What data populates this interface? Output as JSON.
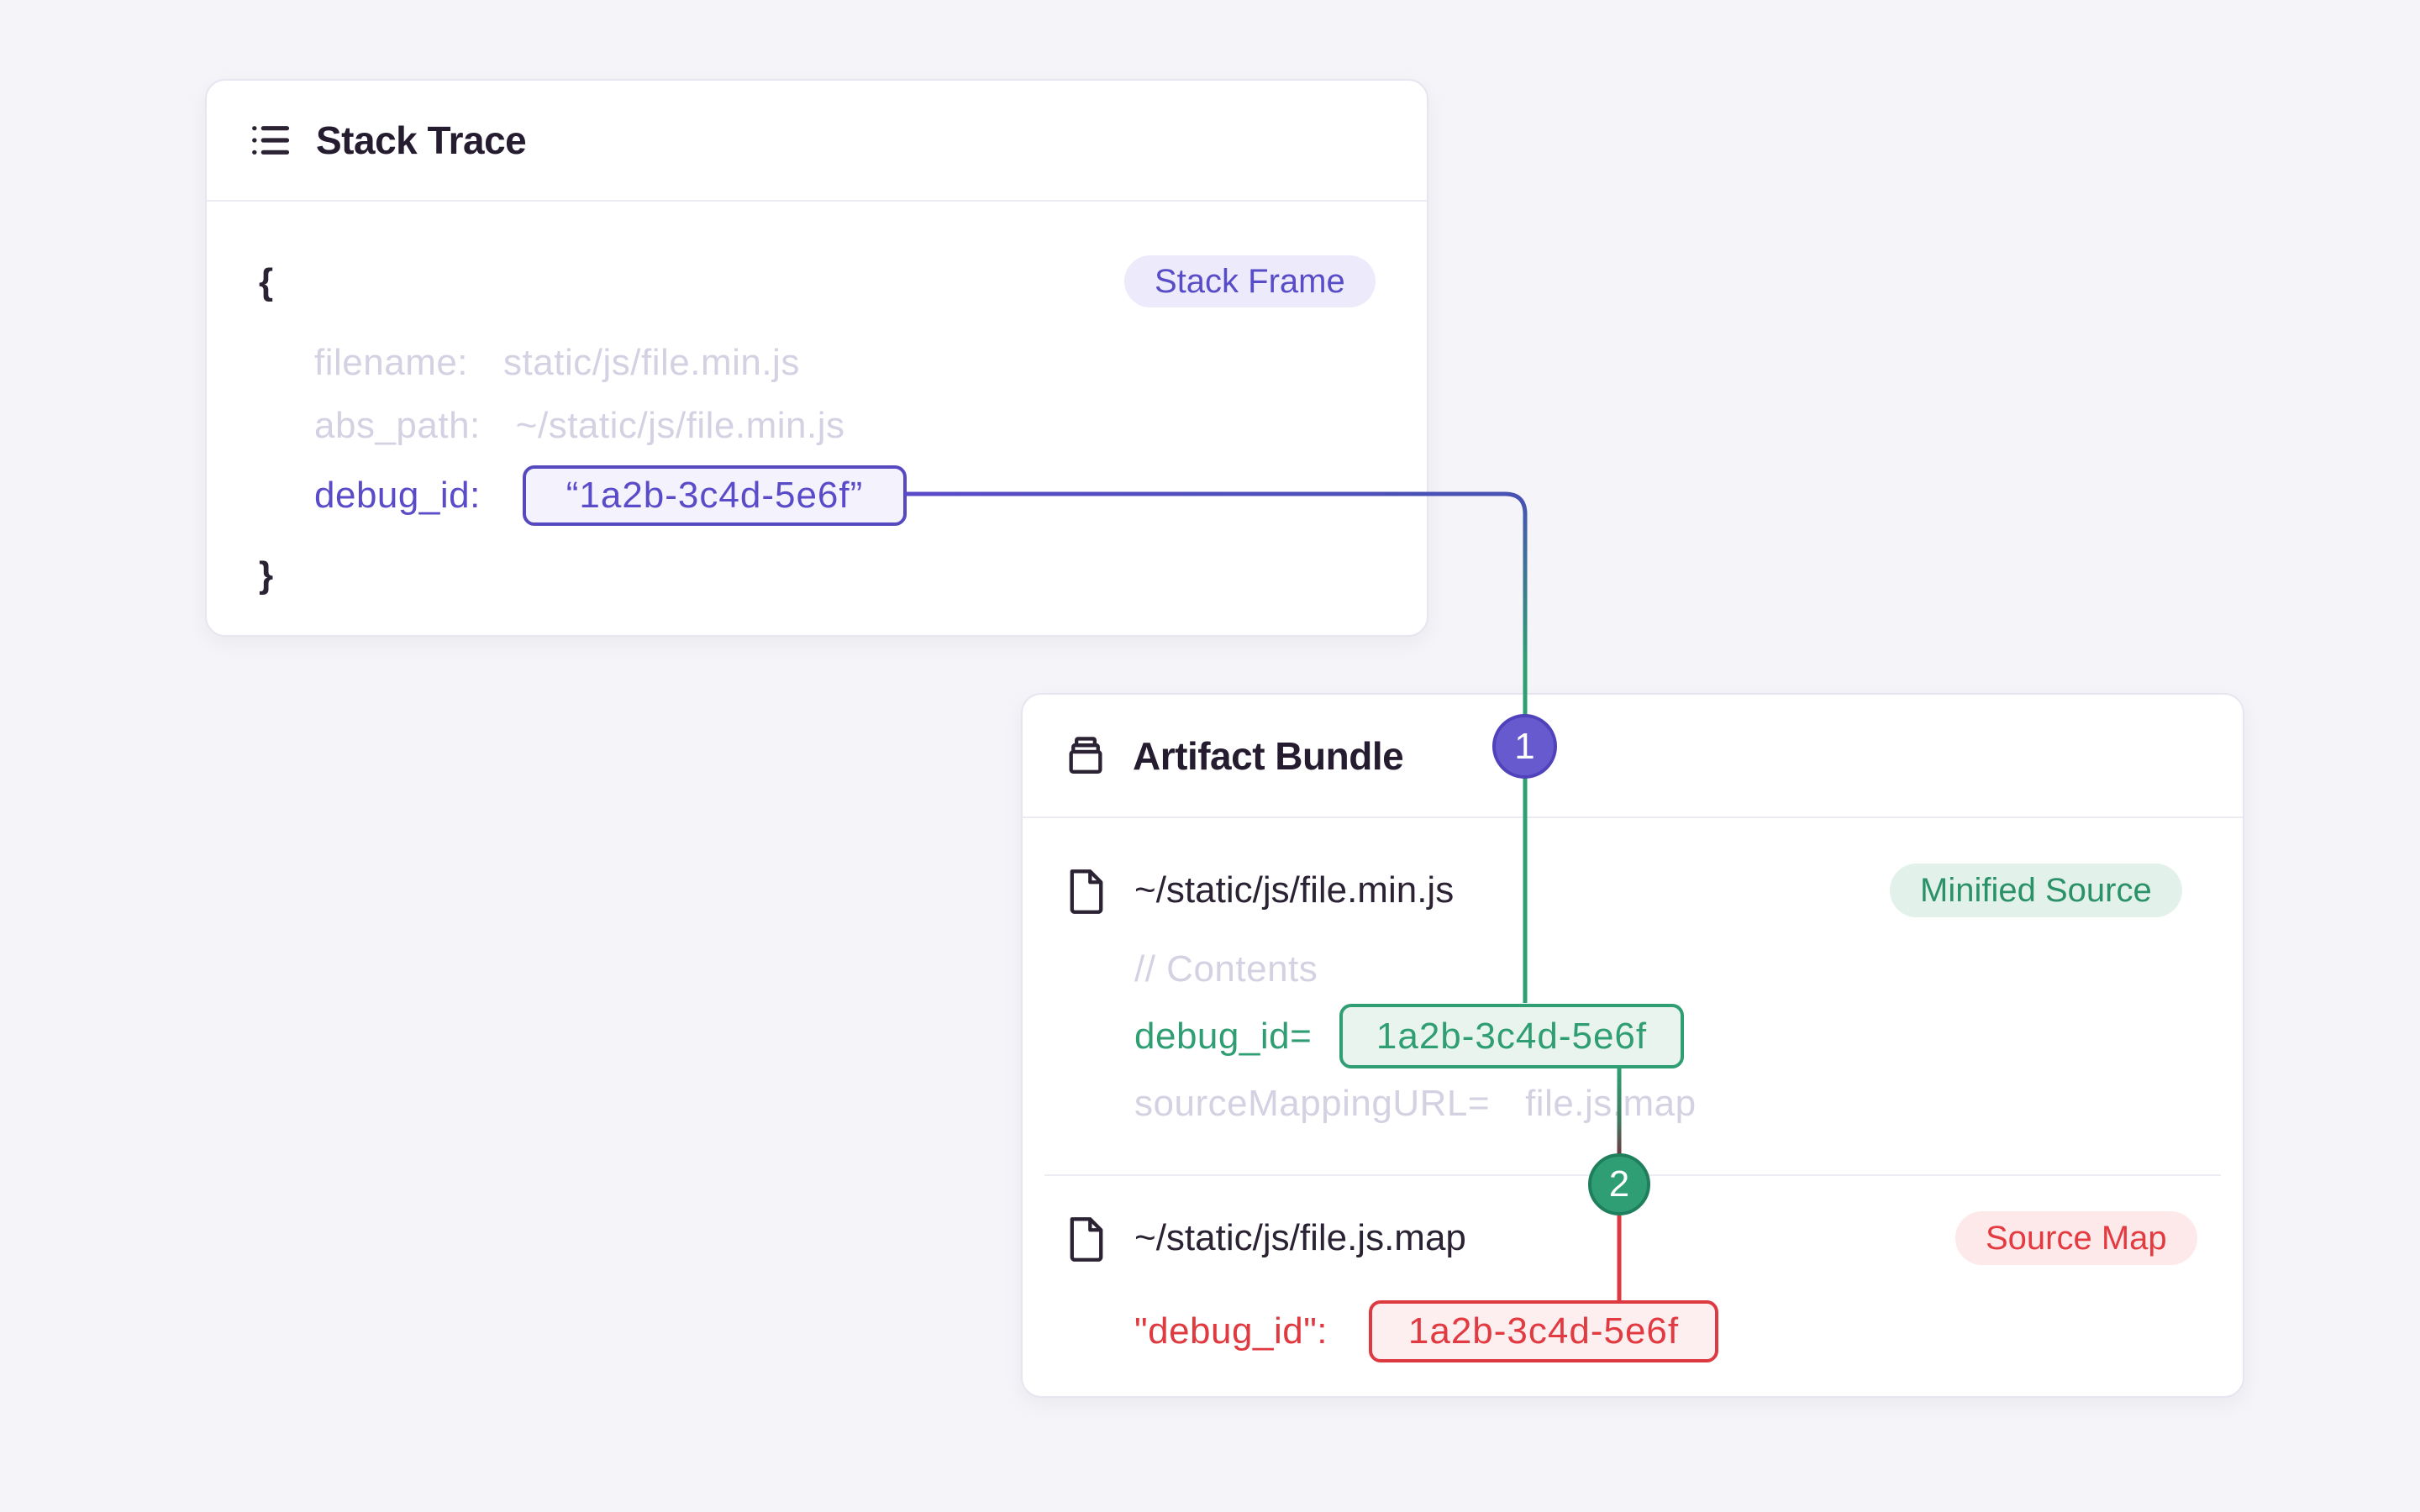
{
  "stack_trace": {
    "title": "Stack Trace",
    "badge": "Stack Frame",
    "brace_open": "{",
    "brace_close": "}",
    "rows": [
      {
        "label": "filename:",
        "value": "static/js/file.min.js"
      },
      {
        "label": "abs_path:",
        "value": "~/static/js/file.min.js"
      }
    ],
    "debug": {
      "label": "debug_id:",
      "value": "“1a2b-3c4d-5e6f”"
    }
  },
  "artifact_bundle": {
    "title": "Artifact Bundle",
    "files": [
      {
        "path": "~/static/js/file.min.js",
        "badge": "Minified Source",
        "comment": "// Contents",
        "debug_label": "debug_id=",
        "debug_value": "1a2b-3c4d-5e6f",
        "mapping_label": "sourceMappingURL=",
        "mapping_value": "file.js.map"
      },
      {
        "path": "~/static/js/file.js.map",
        "badge": "Source Map",
        "debug_label": "\"debug_id\":",
        "debug_value": "1a2b-3c4d-5e6f"
      }
    ]
  },
  "connectors": {
    "step_1": "1",
    "step_2": "2"
  },
  "colors": {
    "background": "#f5f4f8",
    "card_border": "#e8e5f0",
    "dark_text": "#2b2233",
    "muted_text": "#d4d1e2",
    "purple": "#5a4bc8",
    "indigo_line": "#4752b2",
    "green": "#2f9e73",
    "red": "#df3a40",
    "purple_badge_bg": "#eceafb",
    "green_badge_bg": "#e2f1ea",
    "red_badge_bg": "#fde9ea",
    "step1_fill": "#675ace",
    "step2_fill": "#2f9e75"
  }
}
